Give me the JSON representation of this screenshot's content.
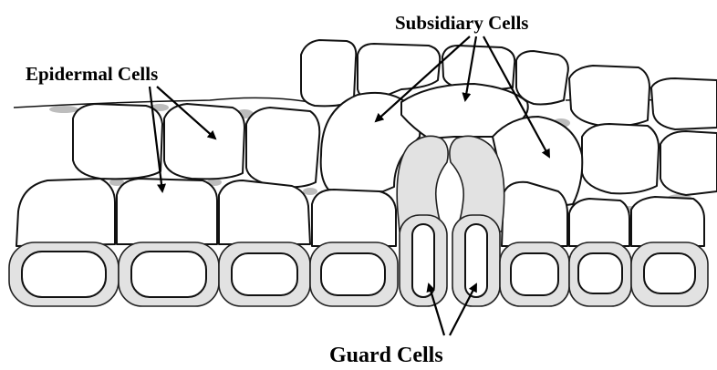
{
  "labels": {
    "subsidiary": "Subsidiary Cells",
    "epidermal": "Epidermal Cells",
    "guard": "Guard Cells"
  },
  "colors": {
    "outline": "#111111",
    "wall_fill": "#e2e2e2",
    "background": "#ffffff"
  }
}
